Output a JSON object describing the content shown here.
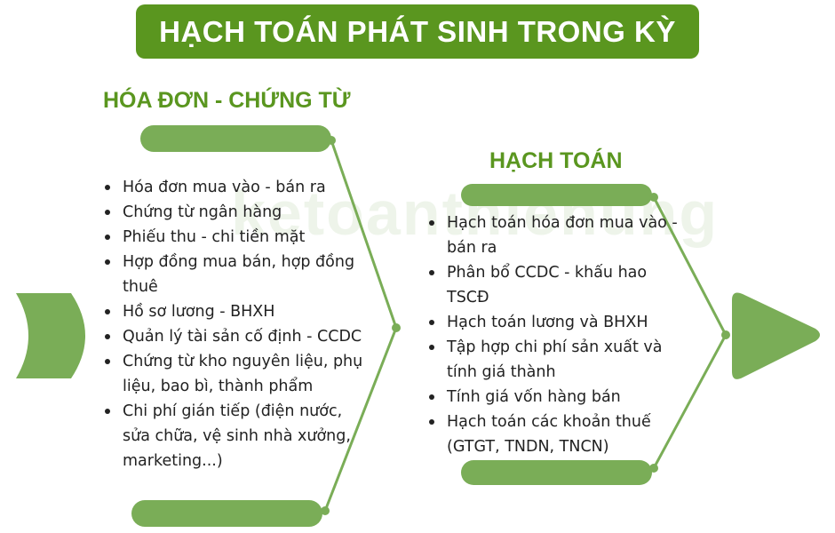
{
  "title": "HẠCH TOÁN PHÁT SINH TRONG KỲ",
  "watermark": "ketoanthienung",
  "left_section": {
    "heading": "HÓA ĐƠN - CHỨNG TỪ",
    "items": [
      "Hóa đơn mua vào - bán ra",
      "Chứng từ ngân hàng",
      "Phiếu thu - chi tiền mặt",
      "Hợp đồng mua bán, hợp đồng thuê",
      "Hồ sơ lương - BHXH",
      "Quản lý tài sản cố định - CCDC",
      "Chứng từ kho nguyên liệu, phụ liệu, bao bì, thành phẩm",
      "Chi phí gián tiếp (điện nước, sửa chữa, vệ sinh nhà xưởng, marketing...)"
    ]
  },
  "right_section": {
    "heading": "HẠCH TOÁN",
    "items": [
      "Hạch toán hóa đơn mua vào - bán ra",
      "Phân bổ CCDC - khấu hao TSCĐ",
      "Hạch toán lương và BHXH",
      "Tập hợp chi phí sản xuất và tính giá thành",
      "Tính giá vốn hàng bán",
      "Hạch toán các khoản thuế (GTGT, TNDN, TNCN)"
    ]
  },
  "colors": {
    "title_bg": "#5a961f",
    "heading": "#5a961f",
    "accent": "#7aad57",
    "text": "#222222"
  }
}
